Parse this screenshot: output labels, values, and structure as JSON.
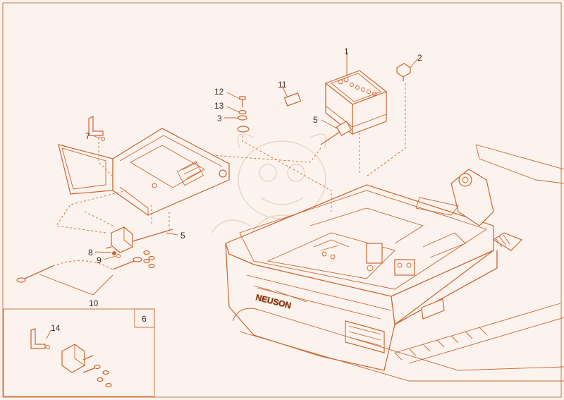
{
  "callouts": [
    "1",
    "2",
    "3",
    "5",
    "5",
    "6",
    "7",
    "8",
    "9",
    "10",
    "11",
    "12",
    "13",
    "14"
  ],
  "brand_text": "NEUSON",
  "colors": {
    "line": "#c8662f",
    "background": "#fdf3ee",
    "text": "#3a2a22"
  }
}
